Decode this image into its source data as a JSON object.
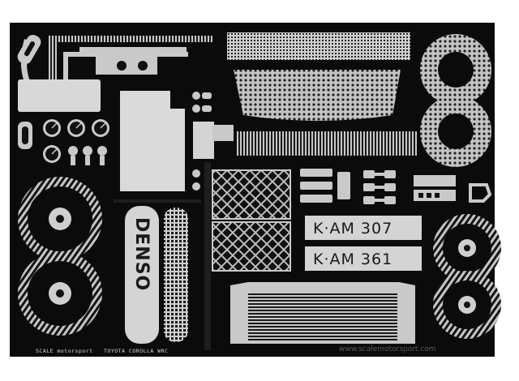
{
  "photo": {
    "plates": [
      "K·AM 307",
      "K·AM 361"
    ],
    "sponsor": "DENSO",
    "brand": "SCALE motorsport",
    "model": "TOYOTA COROLLA WRC",
    "url": "www.scalemotorsport.com"
  },
  "colors": {
    "background": "#ffffff",
    "fret": "#0b0b0b",
    "metal": "#c9c9c9",
    "metal_light": "#e2e2e2"
  }
}
